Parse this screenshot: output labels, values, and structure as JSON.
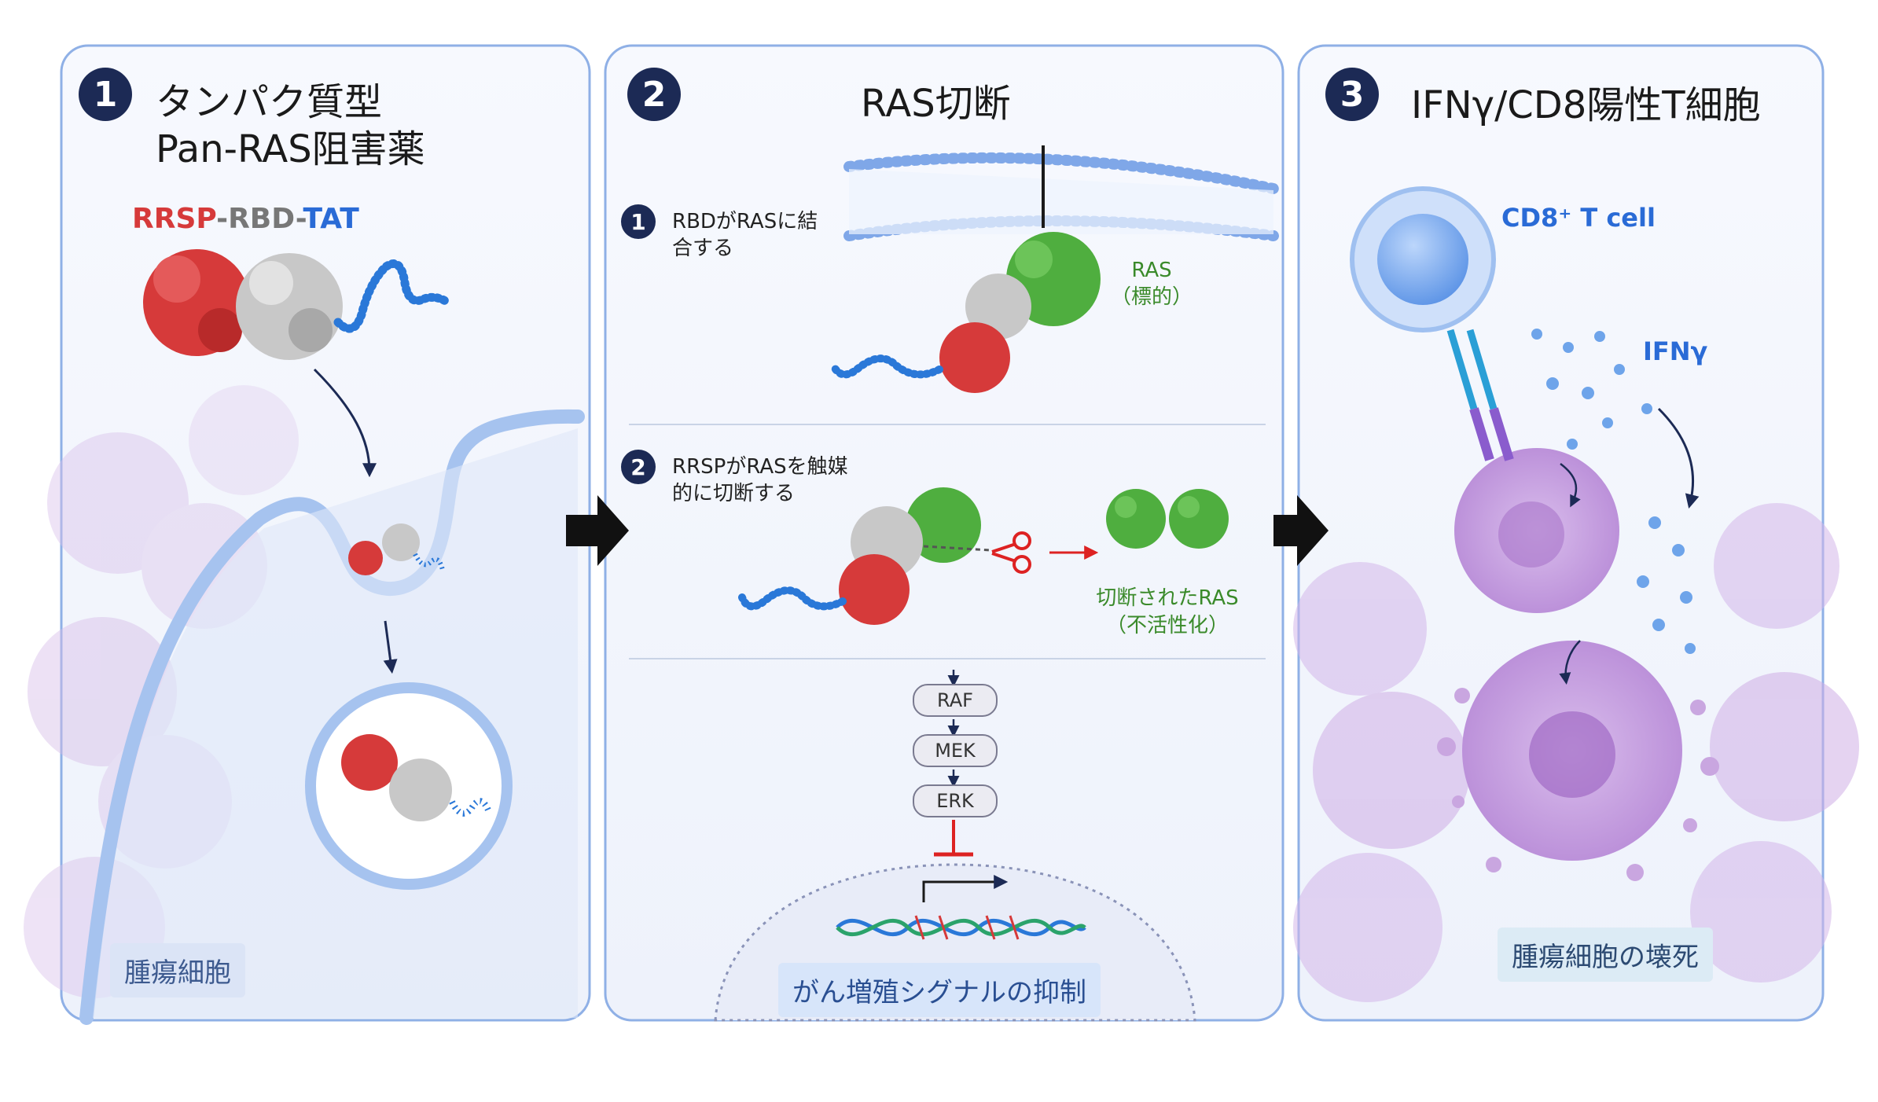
{
  "panel1": {
    "number": "1",
    "title_line1": "タンパク質型",
    "title_line2": "Pan-RAS阻害薬",
    "construct": {
      "rrsp": "RRSP",
      "sep1": "-",
      "rbd": "RBD",
      "sep2": "-",
      "tat": "TAT"
    },
    "cell_label": "腫瘍細胞"
  },
  "panel2": {
    "number": "2",
    "title": "RAS切断",
    "step1": {
      "number": "1",
      "text": "RBDがRASに結合する"
    },
    "ras_label": "RAS",
    "ras_sub": "（標的）",
    "step2": {
      "number": "2",
      "text": "RRSPがRASを触媒的に切断する"
    },
    "cleaved_label": "切断されたRAS",
    "cleaved_sub": "（不活性化）",
    "pathway": [
      "RAF",
      "MEK",
      "ERK"
    ],
    "suppression_label": "がん増殖シグナルの抑制"
  },
  "panel3": {
    "number": "3",
    "title": "IFNγ/CD8陽性T細胞",
    "tcell_label": "CD8⁺ T cell",
    "ifn_label": "IFNγ",
    "necrosis_label": "腫瘍細胞の壊死"
  },
  "colors": {
    "navy": "#1c2a55",
    "panel_border": "#8fb0e6",
    "red_protein": "#d63a3a",
    "gray_protein": "#c8c8c8",
    "green_protein": "#4fae3f",
    "blue_linker": "#2a78d8",
    "tumor_purple": "#c9a6e0",
    "label_blue": "#2a6bd6"
  }
}
